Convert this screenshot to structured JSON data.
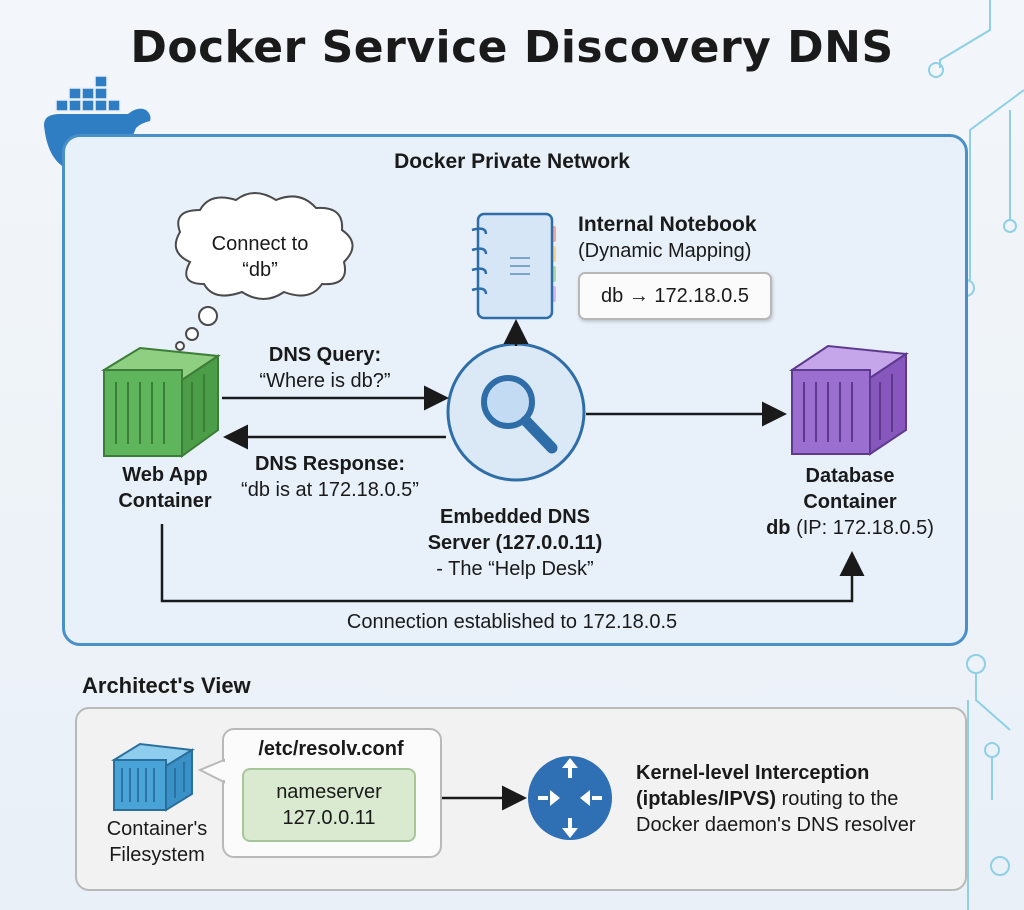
{
  "title": "Docker Service Discovery DNS",
  "network": {
    "label": "Docker Private Network",
    "cloud_text": [
      "Connect to",
      "“db”"
    ],
    "web_app": {
      "label": [
        "Web App",
        "Container"
      ]
    },
    "query": {
      "title": "DNS Query:",
      "text": "“Where is db?”"
    },
    "response": {
      "title": "DNS Response:",
      "text": "“db is at 172.18.0.5”"
    },
    "dns_server": {
      "title": [
        "Embedded DNS",
        "Server (127.0.0.11)"
      ],
      "subtitle": "- The “Help Desk”"
    },
    "database": {
      "label": [
        "Database",
        "Container"
      ],
      "name": "db",
      "ip": "(IP: 172.18.0.5)"
    },
    "notebook": {
      "title": "Internal Notebook",
      "subtitle": "(Dynamic Mapping)",
      "mapping": "db → 172.18.0.5"
    },
    "connection": "Connection established to 172.18.0.5"
  },
  "architect": {
    "title": "Architect's View",
    "filesystem": [
      "Container's",
      "Filesystem"
    ],
    "resolv": {
      "title": "/etc/resolv.conf",
      "line1": "nameserver",
      "line2": "127.0.0.11"
    },
    "kernel": [
      "Kernel-level Interception",
      "(iptables/IPVS) routing to the",
      "Docker daemon's DNS resolver"
    ]
  },
  "colors": {
    "docker_blue": "#2f7dc3",
    "web_app_green": "#5fb55c",
    "database_purple": "#9b6fcf",
    "filesystem_blue": "#4aa3d6",
    "panel_border": "#4a90c8"
  }
}
